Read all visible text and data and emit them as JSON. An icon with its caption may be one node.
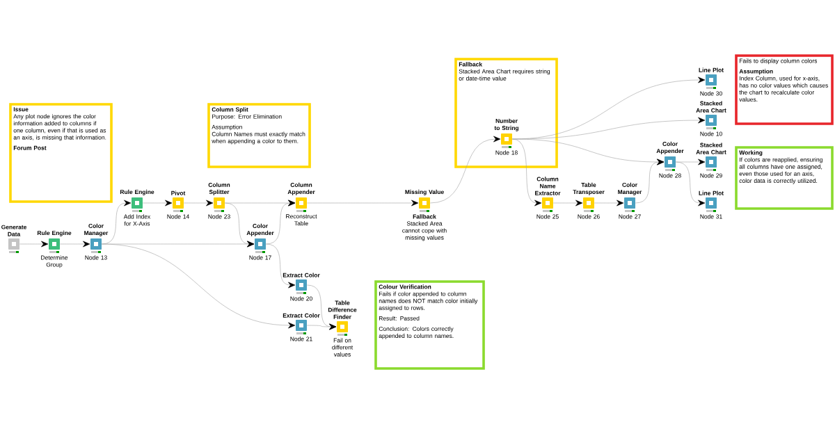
{
  "diagram": {
    "nodes": [
      {
        "text": [
          "Issue",
          "Any plot node ignores the color information added to columns if one column, even if that is used as an axis, is missing that information.",
          "Forum Post"
        ]
      },
      {
        "text": [
          "Column Split",
          "Purpose: Error Elimination",
          "Assumption",
          "Column Names must exactly match when appending a color to them."
        ]
      },
      {
        "text": [
          "Fallback",
          "Stacked Area Chart requires string or date-time value"
        ]
      },
      {
        "text": [
          "Number to String"
        ],
        "beside": [
          "Node 18"
        ],
        "in": 2
      },
      {
        "text": [
          "Fails to display column colors",
          "Assumption",
          "Index Column, used for x-axis, has no color values which causes the chart to recalculate color values."
        ]
      },
      {
        "text": [
          "Working",
          "If colors are reapplied, ensuring all columns have one assigned, even those used for an axis, color data is correctly utilized."
        ]
      },
      {
        "text": [
          "Colour Verification",
          "Fails if color appended to column names does NOT match color initially assigned to rows.",
          "Result: Passed",
          "Conclusion: Colors correctly appended to column names."
        ]
      },
      {
        "text": [
          "Generate Data"
        ]
      },
      {
        "text": [
          "Rule Engine"
        ],
        "beside": [
          "Determine Group"
        ]
      },
      {
        "text": [
          "Color Manager"
        ],
        "beside": [
          "Node 13"
        ]
      },
      {
        "text": [
          "Rule Engine"
        ],
        "beside": [
          "Add Index for X-Axis"
        ]
      },
      {
        "text": [
          "Pivot"
        ],
        "beside": [
          "Node 14"
        ]
      },
      {
        "text": [
          "Column Splitter"
        ],
        "beside": [
          "Node 23"
        ]
      },
      {
        "text": [
          "Column Appender"
        ],
        "beside": [
          "Reconstruct Table"
        ]
      },
      {
        "text": [
          "Missing Value"
        ],
        "beside": [
          "Fallback",
          "Stacked Area cannot cope with missing values"
        ]
      },
      {
        "text": [
          "Color Appender"
        ],
        "beside": [
          "Node 17"
        ]
      },
      {
        "text": [
          "Extract Color"
        ],
        "beside": [
          "Node 20"
        ]
      },
      {
        "text": [
          "Extract Color"
        ],
        "beside": [
          "Node 21"
        ]
      },
      {
        "text": [
          "Table Difference Finder"
        ],
        "beside": [
          "Fail on different values"
        ]
      },
      {
        "text": [
          "Line Plot"
        ],
        "beside": [
          "Node 30"
        ]
      },
      {
        "text": [
          "Stacked Area Chart"
        ],
        "beside": [
          "Node 10"
        ]
      },
      {
        "text": [
          "Column Name Extractor"
        ],
        "beside": [
          "Node 25"
        ]
      },
      {
        "text": [
          "Table Transposer"
        ],
        "beside": [
          "Node 26"
        ]
      },
      {
        "text": [
          "Color Manager"
        ],
        "beside": [
          "Node 27"
        ]
      },
      {
        "text": [
          "Color Appender"
        ],
        "beside": [
          "Node 28"
        ]
      },
      {
        "text": [
          "Stacked Area Chart"
        ],
        "beside": [
          "Node 29"
        ]
      },
      {
        "text": [
          "Line Plot"
        ],
        "beside": [
          "Node 31"
        ]
      }
    ],
    "edges": [
      {
        "from": 7,
        "to": 8,
        "arrow": "to"
      },
      {
        "from": 8,
        "to": 9,
        "arrow": "to"
      },
      {
        "from": 9,
        "to": 10,
        "arrow": "to"
      },
      {
        "from": 9,
        "to": 15,
        "arrow": "to"
      },
      {
        "from": 9,
        "to": 17,
        "arrow": "to"
      },
      {
        "from": 10,
        "to": 11,
        "arrow": "to"
      },
      {
        "from": 11,
        "to": 12,
        "arrow": "to"
      },
      {
        "from": 12,
        "to": 13,
        "arrow": "to"
      },
      {
        "from": 12,
        "to": 15,
        "arrow": "to"
      },
      {
        "from": 15,
        "to": 13,
        "arrow": "to"
      },
      {
        "from": 15,
        "to": 16,
        "arrow": "to"
      },
      {
        "from": 16,
        "to": 18,
        "arrow": "to"
      },
      {
        "from": 17,
        "to": 18,
        "arrow": "to"
      },
      {
        "from": 13,
        "to": 14,
        "arrow": "to"
      },
      {
        "from": 14,
        "to": 3,
        "arrow": "to"
      },
      {
        "from": 3,
        "to": 19,
        "arrow": "to"
      },
      {
        "from": 3,
        "to": 20,
        "arrow": "to"
      },
      {
        "from": 3,
        "to": 24,
        "arrow": "to"
      },
      {
        "from": 3,
        "to": 21,
        "arrow": "to"
      },
      {
        "from": 21,
        "to": 22,
        "arrow": "to"
      },
      {
        "from": 22,
        "to": 23,
        "arrow": "to"
      },
      {
        "from": 23,
        "to": 24,
        "arrow": "to"
      },
      {
        "from": 24,
        "to": 25,
        "arrow": "to"
      },
      {
        "from": 24,
        "to": 26,
        "arrow": "to"
      }
    ]
  }
}
